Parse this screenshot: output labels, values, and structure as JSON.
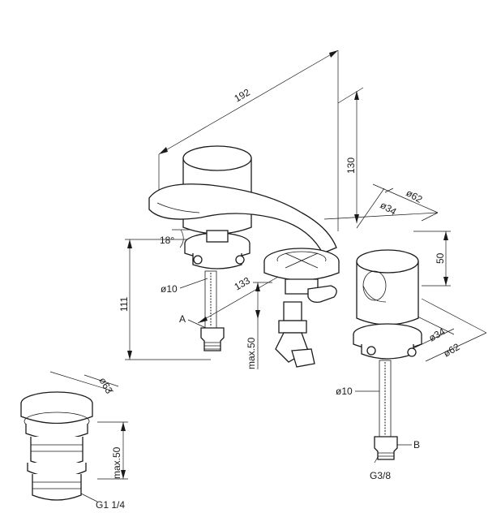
{
  "dimensions": {
    "width_192": "192",
    "height_130": "130",
    "dia_62_top": "ø62",
    "dia_34_top": "ø34",
    "height_50": "50",
    "angle_18": "18°",
    "dia_10_left": "ø10",
    "length_133": "133",
    "height_111": "111",
    "label_a": "A",
    "max_50_center": "max.50",
    "dia_34_right": "ø34",
    "dia_62_right": "ø62",
    "dia_10_right": "ø10",
    "label_b": "B",
    "thread_g38": "G3/8",
    "dia_63_drain": "ø63",
    "max_50_drain": "max.50",
    "thread_g114": "G1 1/4"
  }
}
